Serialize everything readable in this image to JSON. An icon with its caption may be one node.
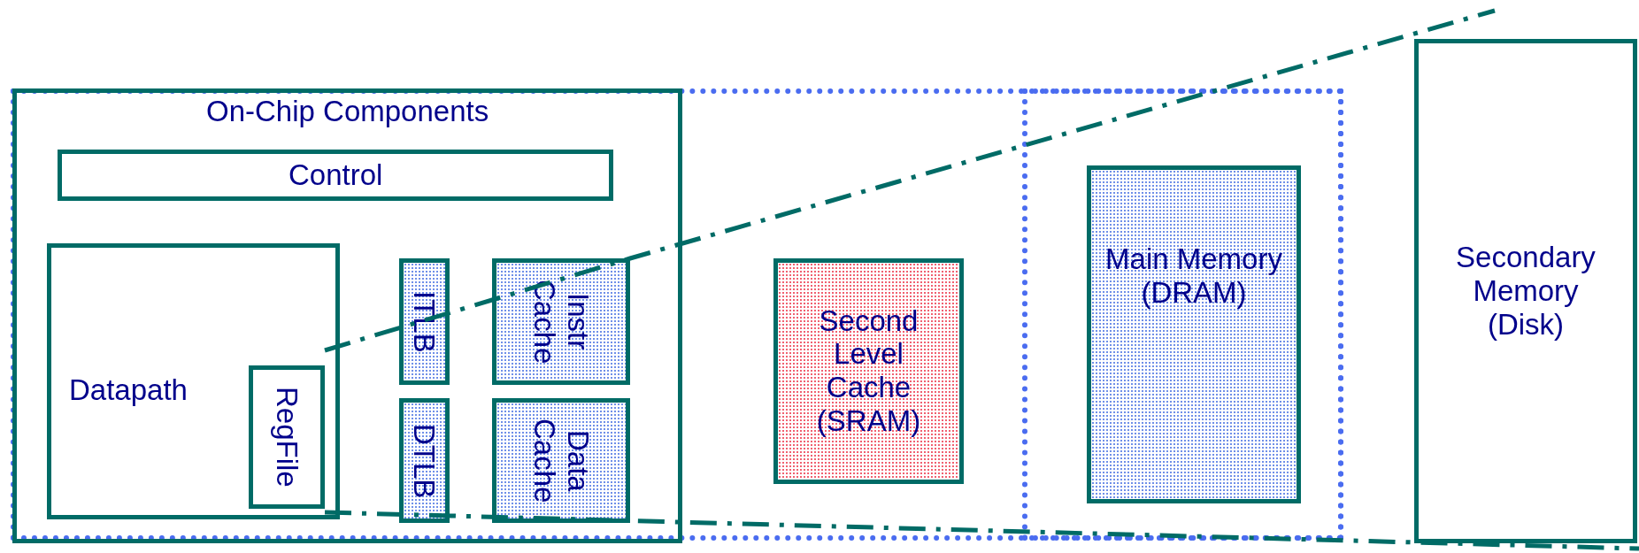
{
  "diagram": {
    "nodes": [
      {
        "text": [],
        "shape": "box"
      },
      {
        "text": [
          "On-Chip Components"
        ],
        "in": 0
      },
      {
        "text": [
          "Control"
        ],
        "in": 1
      },
      {
        "text": [
          "Datapath"
        ],
        "in": 1
      },
      {
        "text": [
          "RegFile"
        ],
        "in": 3
      },
      {
        "text": [
          "ITLB"
        ],
        "in": 1
      },
      {
        "text": [
          "Instr Cache"
        ],
        "in": 1
      },
      {
        "text": [
          "DTLB"
        ],
        "in": 1
      },
      {
        "text": [
          "Data Cache"
        ],
        "in": 1
      },
      {
        "text": [
          "Second Level Cache (SRAM)"
        ],
        "in": 0
      },
      {
        "text": [],
        "shape": "box",
        "in": 0
      },
      {
        "text": [
          "Main Memory (DRAM)"
        ],
        "in": 10
      },
      {
        "text": [
          "Secondary Memory (Disk)"
        ]
      }
    ]
  }
}
